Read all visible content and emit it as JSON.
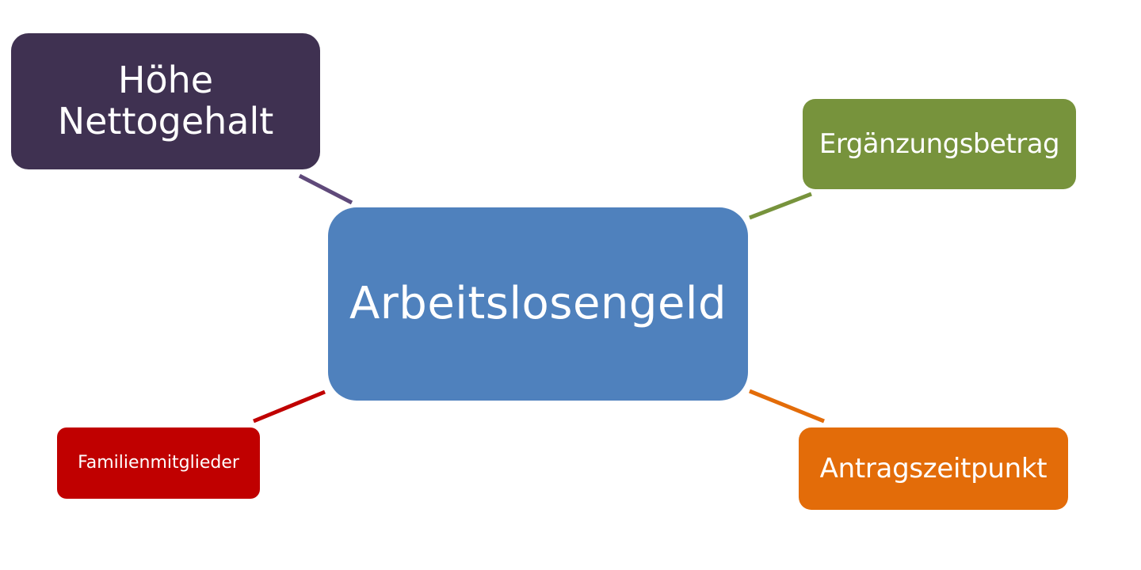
{
  "diagram": {
    "center": {
      "label": "Arbeitslosengeld",
      "color": "#4F81BD"
    },
    "nodes": {
      "top_left": {
        "label": "Höhe\nNettogehalt",
        "color": "#3F3151",
        "connector_color": "#5F497A"
      },
      "top_right": {
        "label": "Ergänzungsbetrag",
        "color": "#77933C",
        "connector_color": "#77933C"
      },
      "bottom_left": {
        "label": "Familienmitglieder",
        "color": "#C00000",
        "connector_color": "#C00000"
      },
      "bottom_right": {
        "label": "Antragszeitpunkt",
        "color": "#E36C09",
        "connector_color": "#E36C09"
      }
    }
  }
}
